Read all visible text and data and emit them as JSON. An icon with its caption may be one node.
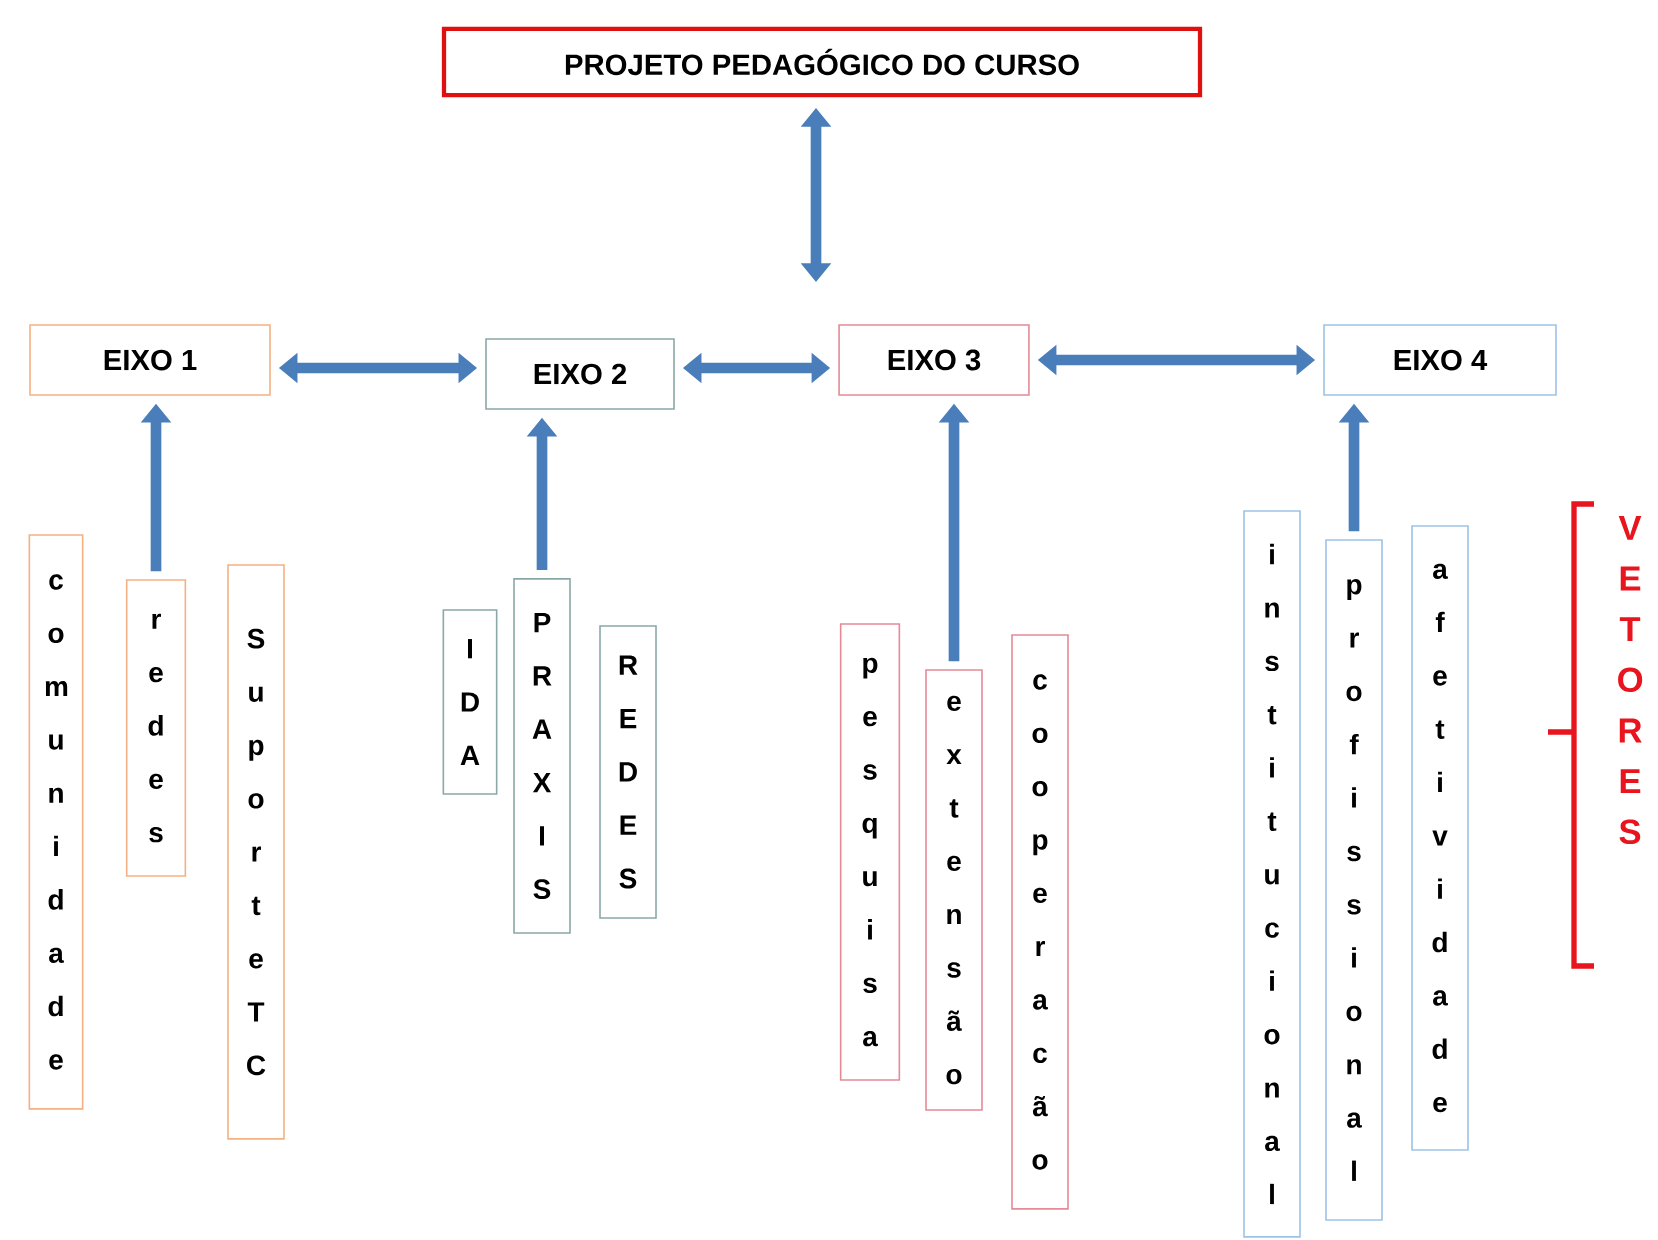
{
  "diagram": {
    "nodes": [
      {
        "text": [
          "PROJETO PEDAGÓGICO DO CURSO"
        ]
      },
      {
        "text": [
          "EIXO 1"
        ]
      },
      {
        "text": [
          "EIXO 2"
        ]
      },
      {
        "text": [
          "EIXO 3"
        ]
      },
      {
        "text": [
          "EIXO 4"
        ]
      },
      {
        "text": [
          "comunidade"
        ]
      },
      {
        "text": [
          "redes"
        ]
      },
      {
        "text": [
          "SuporteTC"
        ]
      },
      {
        "text": [
          "IDA"
        ]
      },
      {
        "text": [
          "PRAXIS"
        ]
      },
      {
        "text": [
          "REDES"
        ]
      },
      {
        "text": [
          "pesquisa"
        ]
      },
      {
        "text": [
          "extensão"
        ]
      },
      {
        "text": [
          "cooperacão"
        ]
      },
      {
        "text": [
          "institucional"
        ]
      },
      {
        "text": [
          "profissional"
        ]
      },
      {
        "text": [
          "afetividade"
        ]
      }
    ],
    "edges": [
      {
        "from": 0,
        "to": null,
        "arrow": "both"
      },
      {
        "from": 1,
        "to": 2,
        "arrow": "both"
      },
      {
        "from": 2,
        "to": 3,
        "arrow": "both"
      },
      {
        "from": 3,
        "to": 4,
        "arrow": "both"
      },
      {
        "from": 6,
        "to": 1,
        "arrow": "to"
      },
      {
        "from": 9,
        "to": 2,
        "arrow": "to"
      },
      {
        "from": 12,
        "to": 3,
        "arrow": "to"
      },
      {
        "from": 15,
        "to": 4,
        "arrow": "to"
      }
    ],
    "labels": [
      "VETORES"
    ]
  }
}
